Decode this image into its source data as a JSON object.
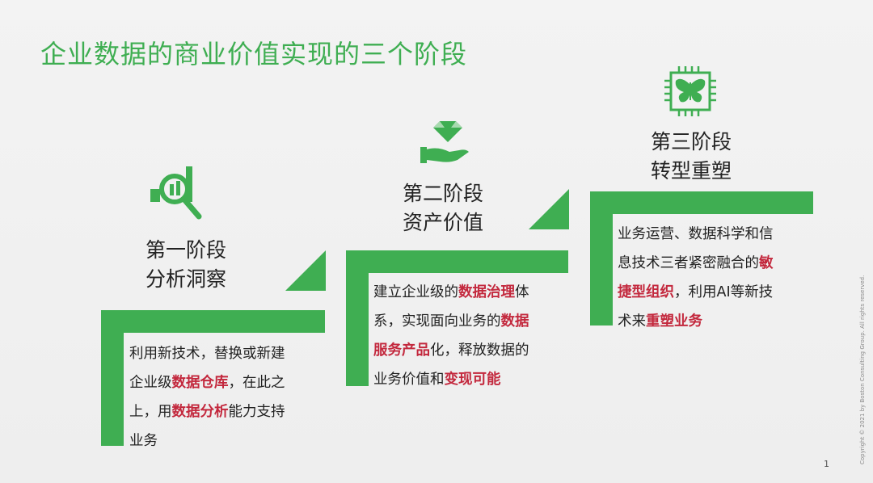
{
  "slide": {
    "title": "企业数据的商业价值实现的三个阶段",
    "page_number": "1",
    "copyright": "Copyright © 2021 by Boston Consulting Group. All rights reserved.",
    "colors": {
      "accent_green": "#3fae52",
      "highlight_red": "#c3283d"
    }
  },
  "stages": [
    {
      "icon": "magnifier-chart-icon",
      "label": "第一阶段",
      "name": "分析洞察",
      "text": {
        "p1": "利用新技术，替换或新建",
        "p2": "企业级",
        "h1": "数据仓库",
        "p3": "，在此之",
        "p4": "上，用",
        "h2": "数据分析",
        "p5": "能力支持",
        "p6": "业务"
      }
    },
    {
      "icon": "diamond-hand-icon",
      "label": "第二阶段",
      "name": "资产价值",
      "text": {
        "p1": "建立企业级的",
        "h1": "数据治理",
        "p2": "体",
        "p3": "系，实现面向业务的",
        "h2": "数据",
        "h3": "服务产品",
        "p4": "化，释放数据的",
        "p5": "业务价值和",
        "h4": "变现可能"
      }
    },
    {
      "icon": "butterfly-chip-icon",
      "label": "第三阶段",
      "name": "转型重塑",
      "text": {
        "p1": "业务运营、数据科学和信",
        "p2": "息技术三者紧密融合的",
        "h1": "敏",
        "h2": "捷型组织",
        "p3": "，利用AI等新技",
        "p4": "术来",
        "h3": "重塑业务"
      }
    }
  ]
}
